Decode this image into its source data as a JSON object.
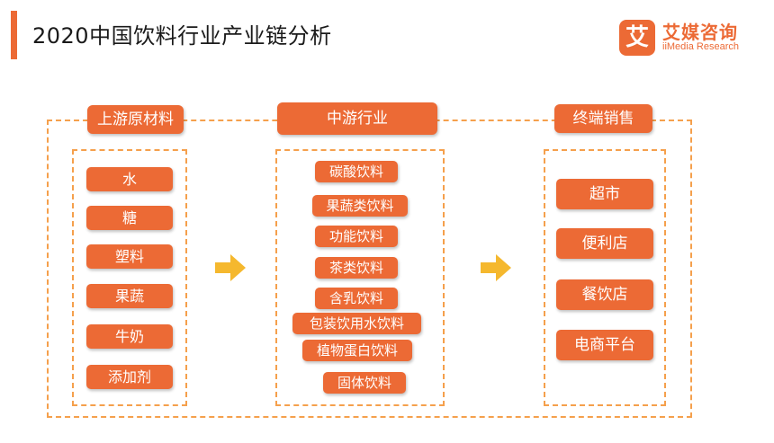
{
  "title": "2020中国饮料行业产业链分析",
  "logo": {
    "mark": "艾",
    "name_cn": "艾媒咨询",
    "name_en": "iiMedia Research"
  },
  "colors": {
    "accent": "#ec6a35",
    "dashed_border": "#f5a04c",
    "arrow": "#f5b82e"
  },
  "columns": {
    "upstream": {
      "header": "上游原材料",
      "items": [
        "水",
        "糖",
        "塑料",
        "果蔬",
        "牛奶",
        "添加剂"
      ]
    },
    "midstream": {
      "header": "中游行业",
      "items": [
        "碳酸饮料",
        "果蔬类饮料",
        "功能饮料",
        "茶类饮料",
        "含乳饮料",
        "包装饮用水饮料",
        "植物蛋白饮料",
        "固体饮料"
      ]
    },
    "downstream": {
      "header": "终端销售",
      "items": [
        "超市",
        "便利店",
        "餐饮店",
        "电商平台"
      ]
    }
  }
}
